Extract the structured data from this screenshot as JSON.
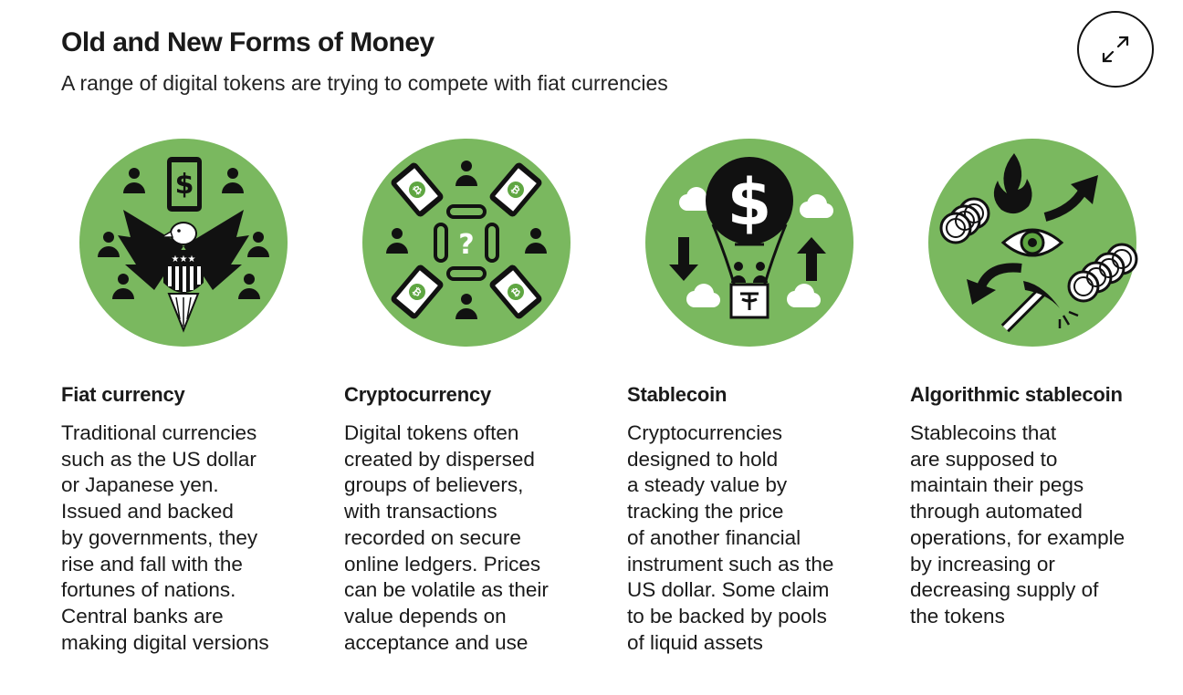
{
  "header": {
    "title": "Old and New Forms of Money",
    "subtitle": "A range of digital tokens are trying to compete with fiat currencies"
  },
  "expand_icon": "expand-arrows-icon",
  "colors": {
    "accent_green": "#7ab85f",
    "ink": "#111111",
    "mark_green": "#5fa642"
  },
  "columns": [
    {
      "icon": "fiat-eagle-icon",
      "heading": "Fiat currency",
      "lines": [
        "Traditional currencies",
        "such as the US dollar",
        "or Japanese yen.",
        "Issued and backed",
        "by governments, they",
        "rise and fall with the",
        "fortunes of nations.",
        "Central banks are",
        "making digital versions"
      ]
    },
    {
      "icon": "crypto-network-icon",
      "heading": "Cryptocurrency",
      "lines": [
        "Digital tokens often",
        "created by dispersed",
        "groups of believers,",
        "with transactions",
        "recorded on secure",
        "online ledgers. Prices",
        "can be volatile as their",
        "value depends on",
        "acceptance and use"
      ]
    },
    {
      "icon": "stablecoin-balloon-icon",
      "heading": "Stablecoin",
      "lines": [
        "Cryptocurrencies",
        "designed to hold",
        "a steady value by",
        "tracking the price",
        "of another financial",
        "instrument such as the",
        "US dollar. Some claim",
        "to be backed by pools",
        "of liquid assets"
      ]
    },
    {
      "icon": "algorithmic-stablecoin-icon",
      "heading": "Algorithmic stablecoin",
      "lines": [
        "Stablecoins that",
        "are supposed to",
        "maintain their pegs",
        "through automated",
        "operations, for example",
        "by increasing or",
        "decreasing supply of",
        "the tokens"
      ]
    }
  ]
}
